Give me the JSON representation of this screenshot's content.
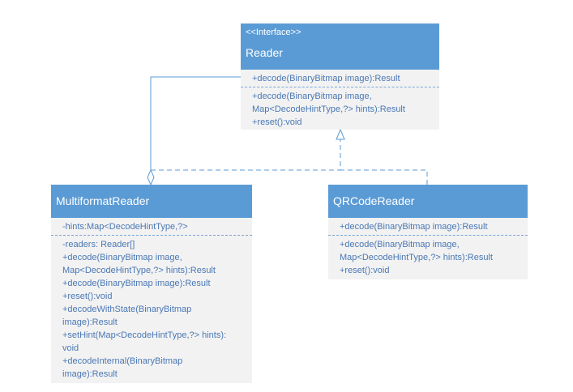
{
  "reader": {
    "stereotype": "<<Interface>>",
    "name": "Reader",
    "attributes": [
      "+decode(BinaryBitmap image):Result"
    ],
    "operations": [
      "+decode(BinaryBitmap image,",
      "Map<DecodeHintType,?> hints):Result",
      "+reset():void"
    ]
  },
  "multiformat": {
    "name": "MultiformatReader",
    "attributes": [
      "-hints:Map<DecodeHintType,?>"
    ],
    "operations": [
      "-readers: Reader[]",
      "+decode(BinaryBitmap image,",
      "Map<DecodeHintType,?> hints):Result",
      "+decode(BinaryBitmap image):Result",
      "+reset():void",
      "+decodeWithState(BinaryBitmap",
      "image):Result",
      "+setHint(Map<DecodeHintType,?> hints):",
      "void",
      "+decodeInternal(BinaryBitmap",
      "image):Result"
    ]
  },
  "qrcode": {
    "name": "QRCodeReader",
    "attributes": [
      "+decode(BinaryBitmap image):Result"
    ],
    "operations": [
      "+decode(BinaryBitmap image,",
      "Map<DecodeHintType,?> hints):Result",
      "+reset():void"
    ]
  },
  "colors": {
    "header": "#5b9bd5",
    "body": "#f2f2f2",
    "text": "#4a78b5",
    "connector": "#5b9bd5"
  }
}
